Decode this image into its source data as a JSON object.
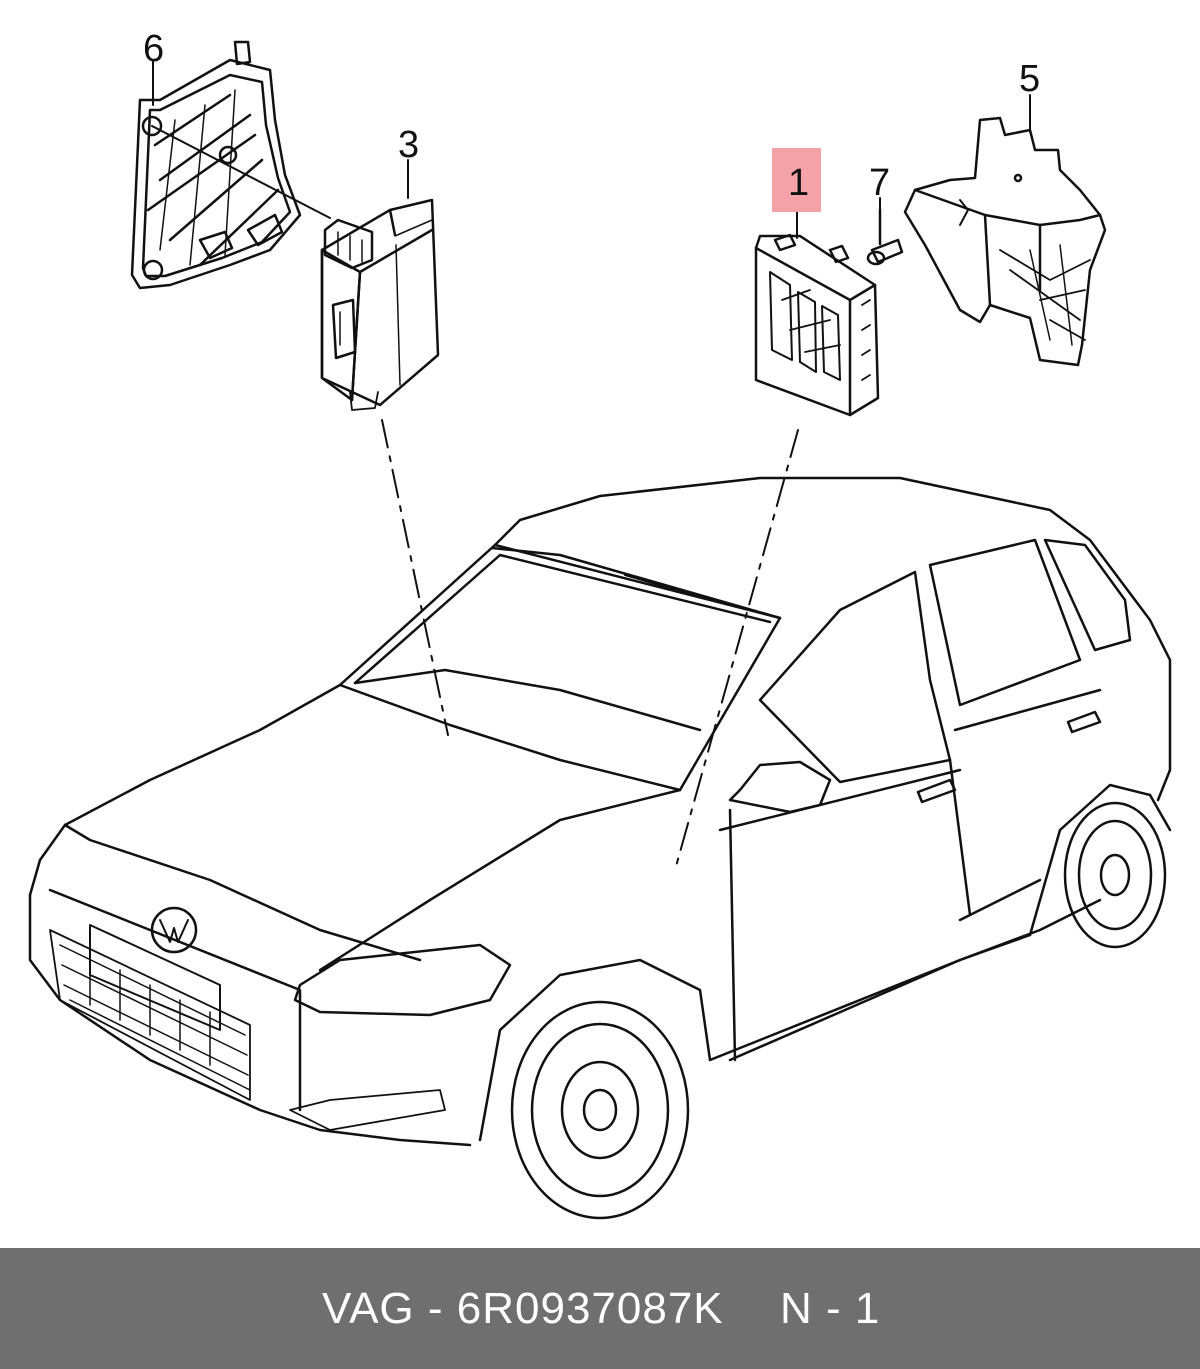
{
  "callouts": {
    "c1": "1",
    "c3": "3",
    "c5": "5",
    "c6": "6",
    "c7": "7"
  },
  "highlighted_callout": "1",
  "colors": {
    "line": "#111111",
    "highlight": "#f4a1a7",
    "footer_background": "#6f6f6f",
    "footer_text": "#ffffff"
  },
  "footer": {
    "part_label": "VAG - 6R0937087K",
    "qty_label": "N - 1"
  }
}
